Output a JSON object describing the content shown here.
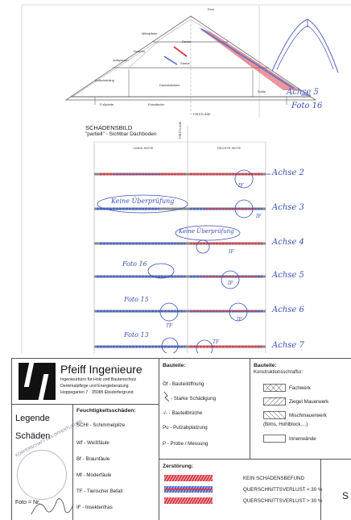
{
  "top_diagram": {
    "labels": {
      "first": "First",
      "mittelpfette": "Mittelpfette",
      "decke": "Decke",
      "sparren": "Sparren",
      "aufsparren": "Aufsparren",
      "strebe": "Strebe",
      "aufschiebling": "Aufschiebling",
      "dachstabilator": "Dachstabilator",
      "sohle": "Sohle",
      "fusspfette": "Fußpfette",
      "eckstaender": "Eckständer",
      "firstlinie": "FIRSTLINIE"
    },
    "hand_notes": [
      "Achse 5",
      "Foto 16"
    ]
  },
  "schadensbild": {
    "title": "SCHADENSBILD",
    "subtitle": "\"partiell\" - Sichtbar Dachboden",
    "left_side": "LINKE SEITE",
    "right_side": "RECHTE SEITE",
    "firstline_label": "FIRSTLINIE",
    "axes": [
      {
        "label": "Achse 2",
        "note": "",
        "foto": ""
      },
      {
        "label": "Achse 3",
        "note": "Keine Überprüfung",
        "foto": ""
      },
      {
        "label": "Achse 4",
        "note": "Keine Überprüfung",
        "foto": ""
      },
      {
        "label": "Achse 5",
        "note": "",
        "foto": "Foto 16"
      },
      {
        "label": "Achse 6",
        "note": "",
        "foto": "Foto 15"
      },
      {
        "label": "Achse 7",
        "note": "",
        "foto": "Foto 13"
      }
    ],
    "marks": {
      "if": "IF",
      "tf": "TF"
    }
  },
  "company": {
    "name": "Pfeiff  Ingenieure",
    "line1": "Ingenieurbüro für Holz und Bautenschutz",
    "line2": "Denkmalpflege und Energieberatung",
    "line3": "Hoppegarten 7 · 35085 Ebsdorfergrund"
  },
  "legend": {
    "title1": "Legende",
    "title2": "Schäden",
    "foto": "Foto = Nr.",
    "stamp_text": "KÖRPERSCHAFT DES ÖFFENTLICHEN",
    "feuchtigkeit_title": "Feuchtigkeitsschäden:",
    "feuchtigkeit": [
      "SCHI - Schimmelpilze",
      "Wf - Weißfäule",
      "Bf - Braunfäule",
      "Mf - Moderfäule",
      "TF - Tierischer Befall",
      "IF - Insektenfras"
    ],
    "bauteile_title": "Bauteile:",
    "bauteile": [
      "Öf - Bauteilöffnung",
      "- Starke Schädigung",
      "-/- - Bauteilbrüche",
      "Pu - Putzabplatzung",
      "P - Probe / Messung"
    ],
    "konstruktion_title": "Bauteile:",
    "konstruktion_sub": "Konstruktionsschraffur:",
    "konstruktion": [
      "Fachwerk",
      "Ziegel Mauerwerk",
      "Mischmauerwerk",
      "(Bims, Hohlblock....)",
      "Innenwände"
    ],
    "zerstoerung_title": "Zerstörung:",
    "zerstoerung": [
      {
        "label": "KEIN SCHADENSBEFUND",
        "color": "#d8404a"
      },
      {
        "label": "QUERSCHNITTSVERLUST < 30 %",
        "color": "#4a66c8"
      },
      {
        "label": "QUERSCHNITTSVERLUST > 30 %",
        "color": "#d8404a"
      }
    ],
    "corner_letter": "S"
  },
  "colors": {
    "red": "#d8404a",
    "blue": "#4a66c8",
    "line": "#555555"
  }
}
